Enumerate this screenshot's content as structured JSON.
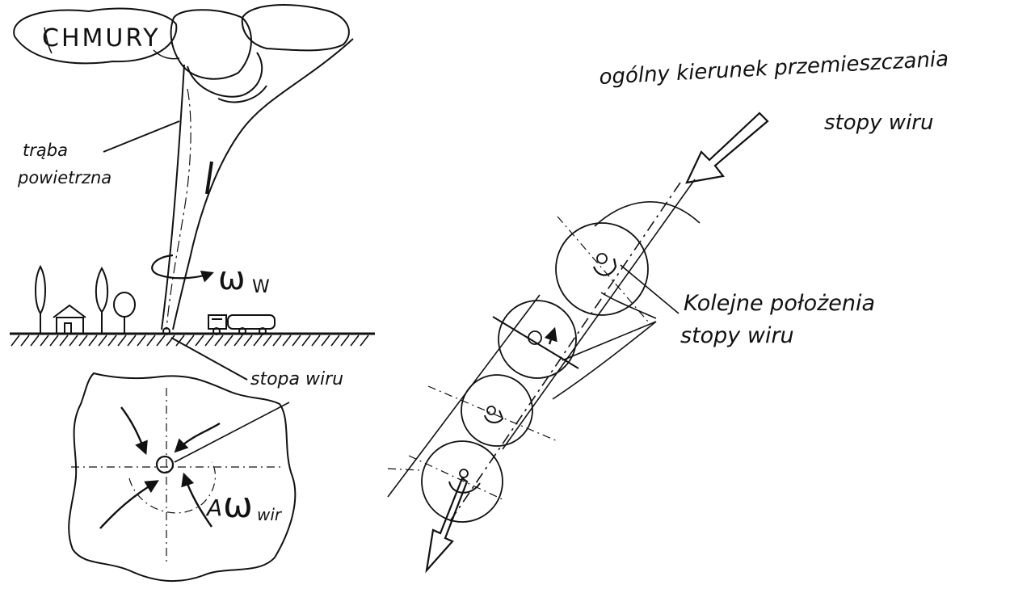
{
  "labels": {
    "clouds": "CHMURY",
    "funnel_line1": "trąba",
    "funnel_line2": "powietrzna",
    "omega_w": "ω",
    "omega_w_sub": "W",
    "vortex_foot": "stopa wiru",
    "omega_wir": "ω",
    "omega_wir_sub": "wir",
    "omega_wir_prefix": "A",
    "direction_line1": "ogólny kierunek przemieszczania",
    "direction_line2": "stopy wiru",
    "positions_line1": "Kolejne położenia",
    "positions_line2": "stopy wiru"
  },
  "colors": {
    "ink": "#111111",
    "paper": "#ffffff"
  }
}
